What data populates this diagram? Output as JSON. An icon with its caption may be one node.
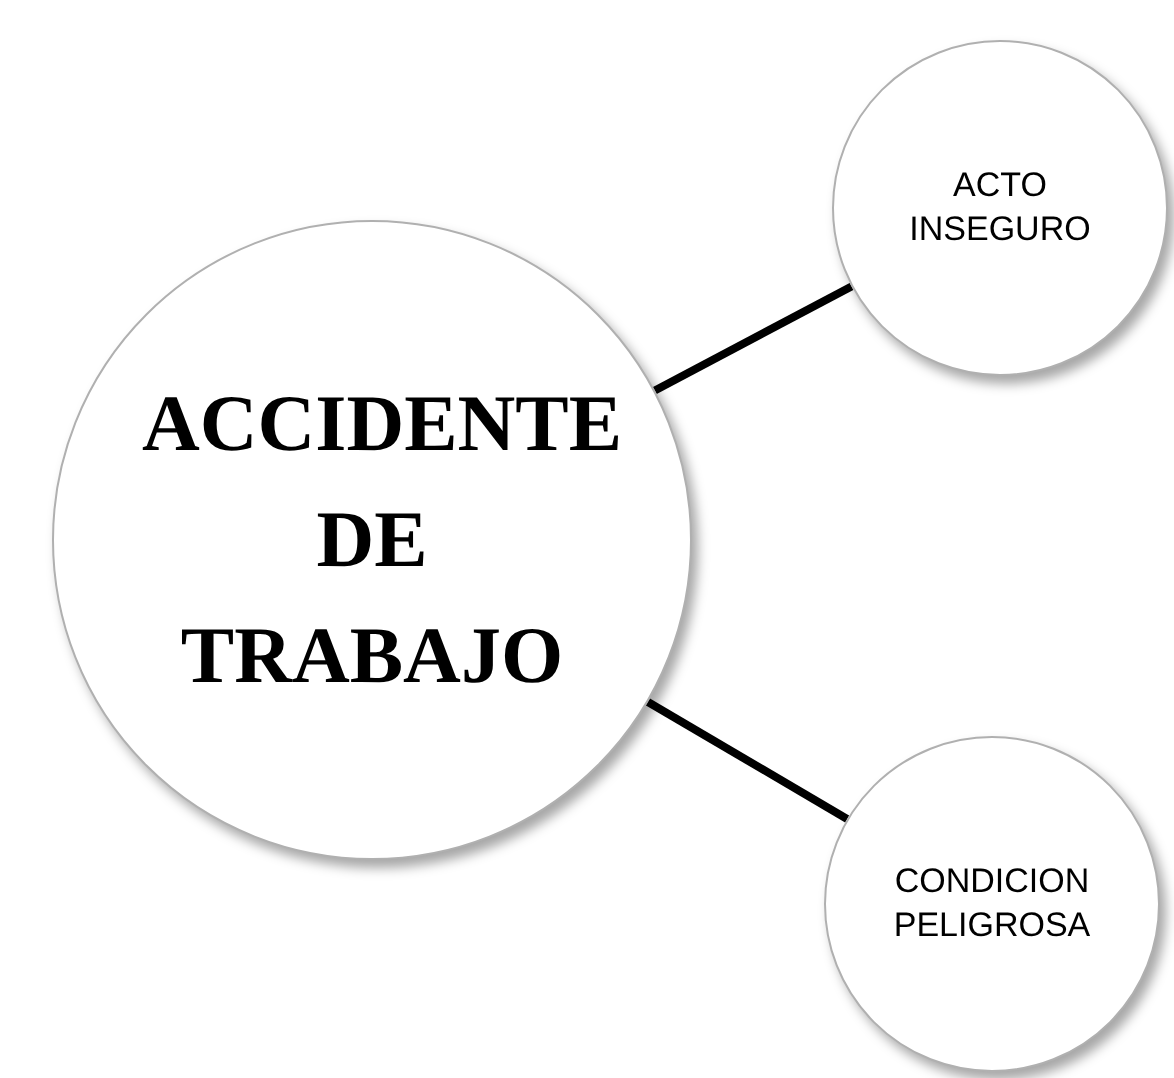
{
  "diagram": {
    "nodes": [
      {
        "text": [
          "ACCIDENTE DE TRABAJO"
        ]
      },
      {
        "text": [
          "ACTO INSEGURO"
        ]
      },
      {
        "text": [
          "CONDICION PELIGROSA"
        ]
      }
    ],
    "edges": [
      {
        "from": 0,
        "to": 1,
        "arrow": "none"
      },
      {
        "from": 0,
        "to": 2,
        "arrow": "none"
      }
    ]
  }
}
